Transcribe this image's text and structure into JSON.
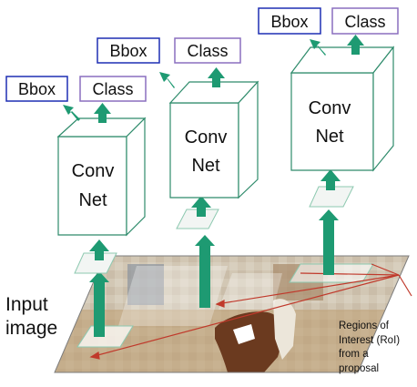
{
  "input_label_lines": [
    "Input",
    "image"
  ],
  "roi_label_lines": [
    "Regions of",
    "Interest (RoI)",
    "from a",
    "proposal"
  ],
  "networks": [
    {
      "conv_label": "Conv",
      "net_label": "Net",
      "bbox_label": "Bbox",
      "class_label": "Class"
    },
    {
      "conv_label": "Conv",
      "net_label": "Net",
      "bbox_label": "Bbox",
      "class_label": "Class"
    },
    {
      "conv_label": "Conv",
      "net_label": "Net",
      "bbox_label": "Bbox",
      "class_label": "Class"
    }
  ],
  "colors": {
    "cube_edge": "#2e8b6b",
    "arrow": "#1e9a72",
    "bbox_border": "#1e2fb4",
    "class_border": "#8a6fbf",
    "roi_line": "#c0392b"
  },
  "icons": [
    "up-arrow-icon",
    "diagonal-arrow-icon"
  ]
}
